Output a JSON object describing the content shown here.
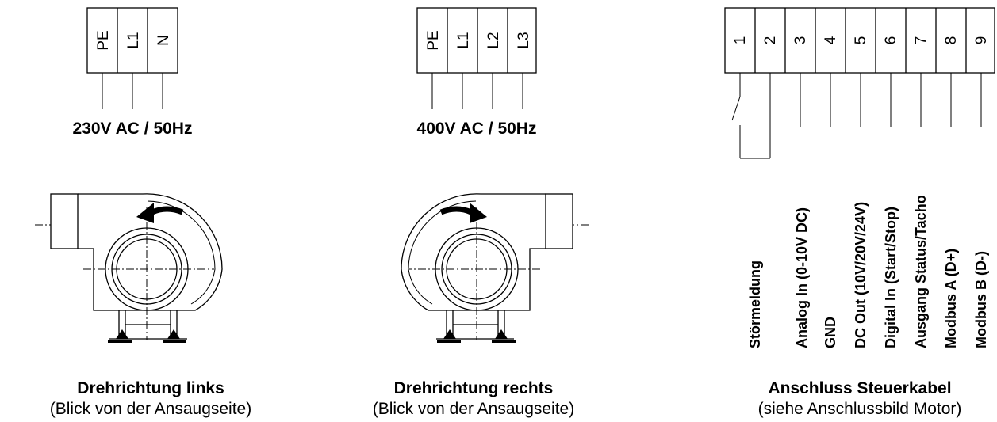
{
  "power_left": {
    "terminals": [
      "PE",
      "L1",
      "N"
    ],
    "voltage": "230V AC / 50Hz"
  },
  "power_right": {
    "terminals": [
      "PE",
      "L1",
      "L2",
      "L3"
    ],
    "voltage": "400V AC / 50Hz"
  },
  "fan_left": {
    "title": "Drehrichtung links",
    "subtitle": "(Blick von der Ansaugseite)"
  },
  "fan_right": {
    "title": "Drehrichtung rechts",
    "subtitle": "(Blick von der Ansaugseite)"
  },
  "control": {
    "terminals": [
      "1",
      "2",
      "3",
      "4",
      "5",
      "6",
      "7",
      "8",
      "9"
    ],
    "signals": [
      "Störmeldung",
      "Analog In (0-10V DC)",
      "GND",
      "DC Out (10V/20V/24V)",
      "Digital In (Start/Stop)",
      "Ausgang Status/Tacho",
      "Modbus A (D+)",
      "Modbus B (D-)"
    ],
    "title": "Anschluss Steuerkabel",
    "subtitle": "(siehe Anschlussbild Motor)"
  },
  "icons": [
    "fan-housing-icon",
    "rotation-arrow-icon",
    "relay-contact-icon"
  ],
  "colors": {
    "line": "#000000",
    "background": "#ffffff"
  }
}
